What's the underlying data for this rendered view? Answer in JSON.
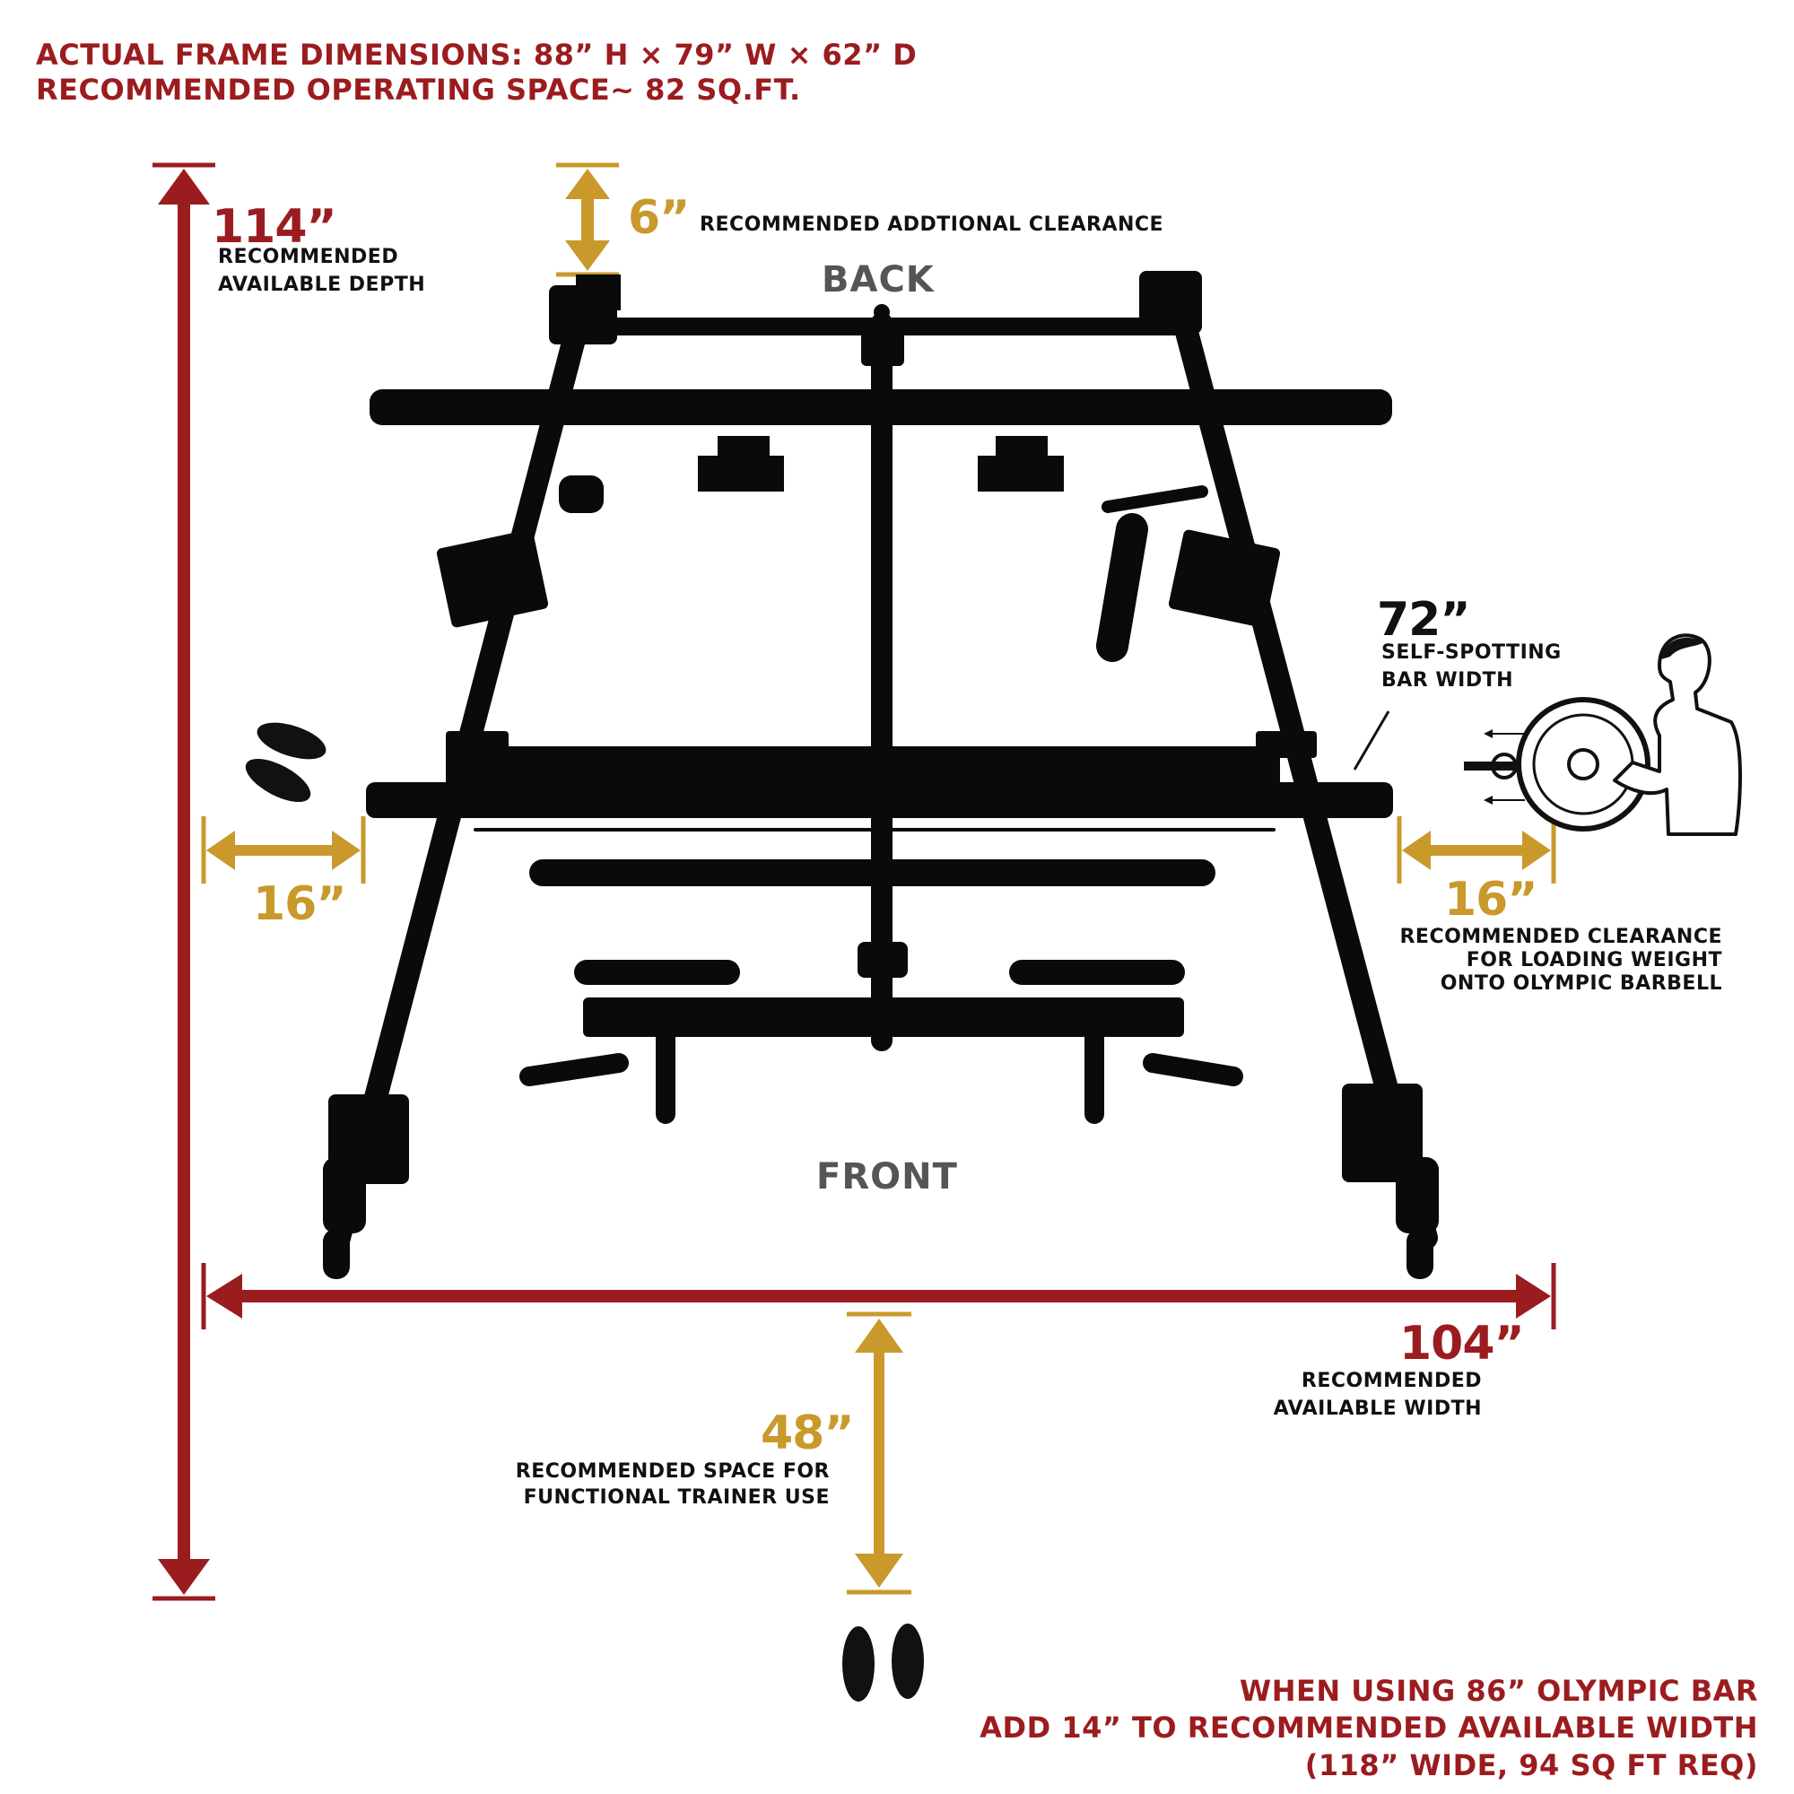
{
  "header": {
    "line1": "ACTUAL FRAME DIMENSIONS: 88” H × 79” W × 62” D",
    "line2": "RECOMMENDED OPERATING SPACE~ 82 SQ.FT."
  },
  "depth": {
    "value": "114”",
    "label1": "RECOMMENDED",
    "label2": "AVAILABLE DEPTH"
  },
  "top_clearance": {
    "value": "6”",
    "label": "RECOMMENDED ADDTIONAL CLEARANCE"
  },
  "sides": {
    "back": "BACK",
    "front": "FRONT"
  },
  "bar_width": {
    "value": "72”",
    "label1": "SELF-SPOTTING",
    "label2": "BAR WIDTH"
  },
  "left_clearance": {
    "value": "16”"
  },
  "right_clearance": {
    "value": "16”",
    "label1": "RECOMMENDED CLEARANCE",
    "label2": "FOR LOADING WEIGHT",
    "label3": "ONTO OLYMPIC BARBELL"
  },
  "width": {
    "value": "104”",
    "label1": "RECOMMENDED",
    "label2": "AVAILABLE WIDTH"
  },
  "front_space": {
    "value": "48”",
    "label1": "RECOMMENDED SPACE FOR",
    "label2": "FUNCTIONAL TRAINER USE"
  },
  "footer": {
    "line1": "WHEN USING 86” OLYMPIC BAR",
    "line2": "ADD 14” TO RECOMMENDED AVAILABLE WIDTH",
    "line3": "(118” WIDE, 94 SQ FT REQ)"
  },
  "colors": {
    "red": "#9b1c1f",
    "gold": "#c9992b",
    "frame": "#0a0a0a",
    "gray": "#555555"
  },
  "icons": [
    "footprints-icon",
    "person-loading-plate-icon",
    "weight-plate-icon"
  ]
}
